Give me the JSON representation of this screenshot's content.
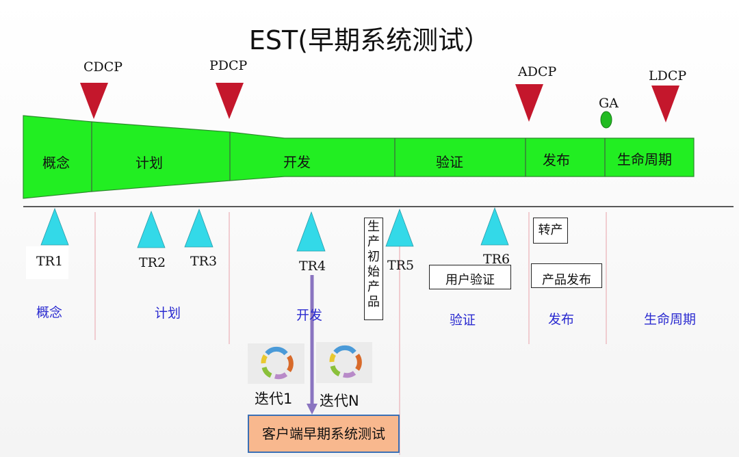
{
  "title": "EST(早期系统测试）",
  "decision_points": [
    {
      "label": "CDCP"
    },
    {
      "label": "PDCP"
    },
    {
      "label": "ADCP"
    },
    {
      "label": "LDCP"
    }
  ],
  "ga_label": "GA",
  "phases": [
    "概念",
    "计划",
    "开发",
    "验证",
    "发布",
    "生命周期"
  ],
  "technical_reviews": [
    "TR1",
    "TR2",
    "TR3",
    "TR4",
    "TR5",
    "TR6"
  ],
  "lower_phases": [
    "概念",
    "计划",
    "开发",
    "验证",
    "发布",
    "生命周期"
  ],
  "annotations": {
    "initial_product": [
      "生",
      "产",
      "初",
      "始",
      "产",
      "品"
    ],
    "user_verification": "用户验证",
    "transfer_production": "转产",
    "product_release": "产品发布"
  },
  "iterations": [
    "迭代1",
    "迭代N"
  ],
  "final_box": "客户端早期系统测试",
  "colors": {
    "funnel_fill": "#22ee22",
    "decision_triangle": "#c4172c",
    "review_triangle": "#33d9e8",
    "ga_oval": "#22bb22",
    "arrow": "#8a74c0",
    "lower_text": "#2a2ad0",
    "final_fill": "#f8b88e"
  },
  "icons": [
    "iteration-cycle-icon"
  ]
}
